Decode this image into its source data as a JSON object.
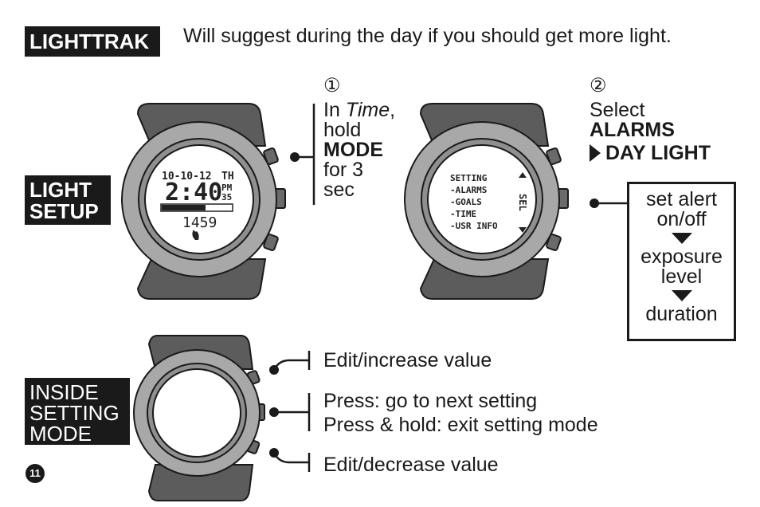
{
  "header": {
    "badge": "LIGHTTRAK",
    "description": "Will suggest during the day if you should get more light."
  },
  "light_setup": {
    "label_line1": "LIGHT",
    "label_line2": "SETUP",
    "watch1_screen": {
      "date": "10-10-12",
      "day": "TH",
      "time": "2:40",
      "ampm": "PM",
      "seconds": "35",
      "steps": "1459"
    },
    "step1": {
      "number": "①",
      "line1_prefix": "In ",
      "line1_italic": "Time",
      "line1_suffix": ",",
      "line2": "hold",
      "line3_bold": "MODE",
      "line4": "for 3",
      "line5": "sec"
    },
    "watch2_screen": {
      "menu": [
        "SETTING",
        "-ALARMS",
        "-GOALS",
        "-TIME",
        "-USR INFO"
      ],
      "side_label": "SEL"
    },
    "step2": {
      "number": "②",
      "line1": "Select",
      "line2_bold": "ALARMS",
      "line3_bold": "DAY LIGHT"
    },
    "options": {
      "item1_line1": "set alert",
      "item1_line2": "on/off",
      "item2_line1": "exposure",
      "item2_line2": "level",
      "item3": "duration"
    }
  },
  "inside_setting": {
    "label_line1": "INSIDE",
    "label_line2": "SETTING",
    "label_line3": "MODE",
    "top_button": "Edit/increase value",
    "middle_button_line1": "Press: go to next setting",
    "middle_button_line2": "Press & hold: exit setting mode",
    "bottom_button": "Edit/decrease value"
  },
  "page_number": "11",
  "colors": {
    "dark": "#1a1a1a",
    "strap": "#5c5c5c",
    "bezel": "#a8a8a8",
    "bezel_inner": "#8a8a8a",
    "screen": "#ffffff"
  }
}
